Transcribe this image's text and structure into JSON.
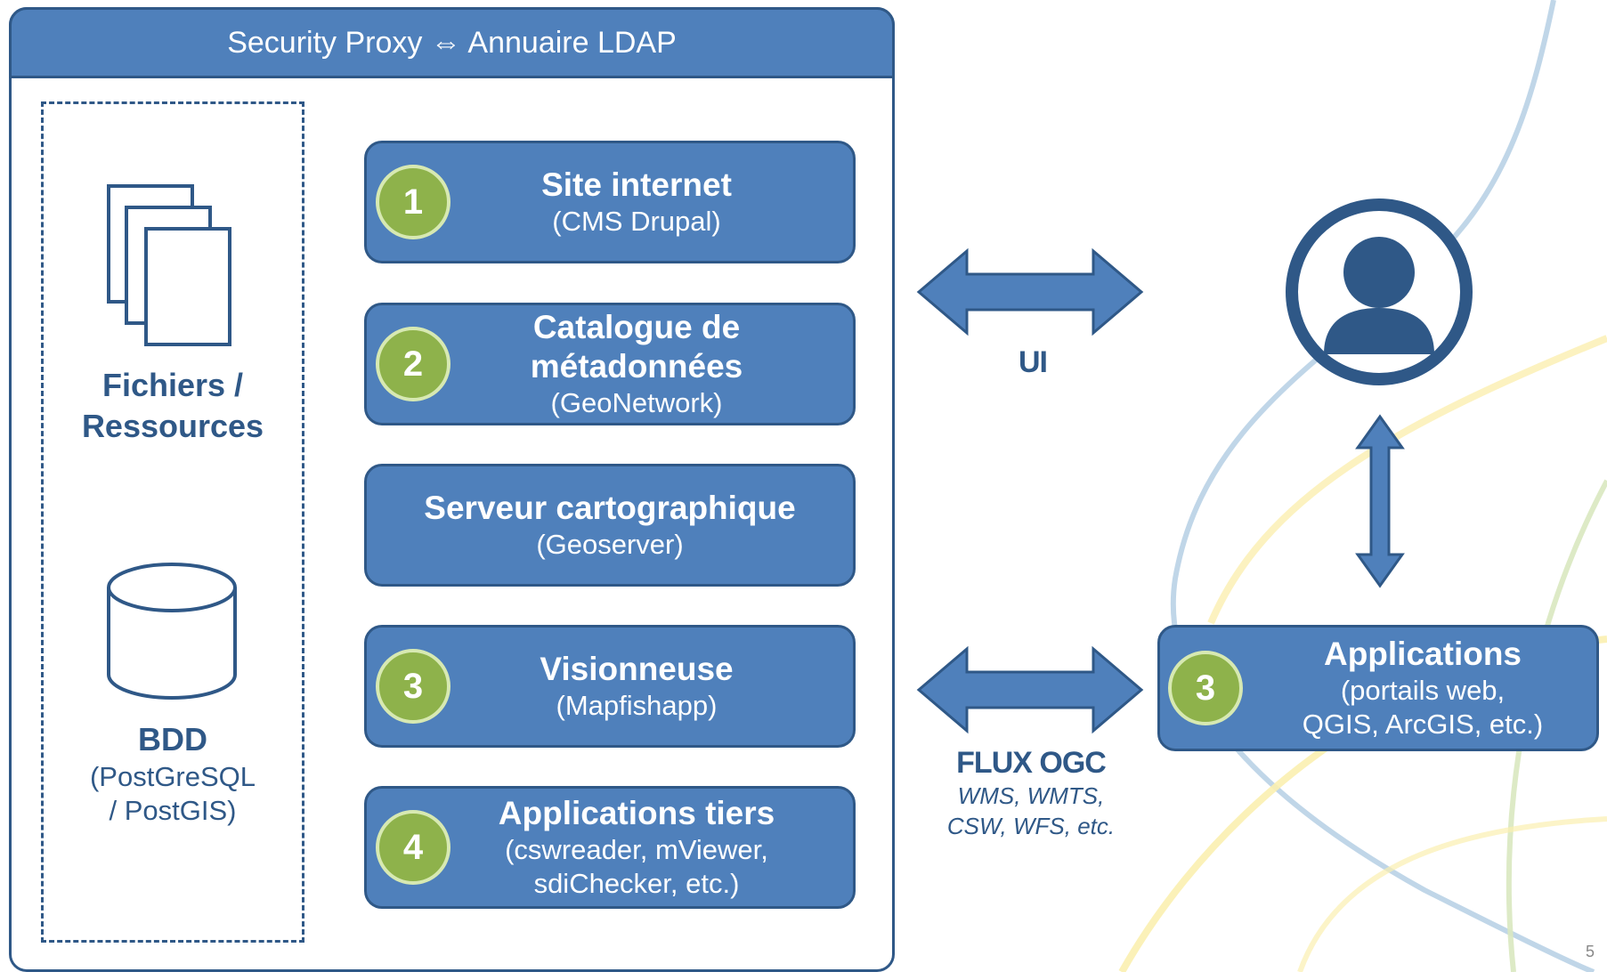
{
  "header": {
    "title": "Security Proxy ⇔ Annuaire LDAP"
  },
  "storage": {
    "files": {
      "title_line1": "Fichiers /",
      "title_line2": "Ressources"
    },
    "db": {
      "title": "BDD",
      "sub_line1": "(PostGreSQL",
      "sub_line2": "/ PostGIS)"
    }
  },
  "services": [
    {
      "badge": "1",
      "title": "Site internet",
      "sub": "(CMS Drupal)"
    },
    {
      "badge": "2",
      "title_line1": "Catalogue de",
      "title_line2": "métadonnées",
      "sub": "(GeoNetwork)"
    },
    {
      "title": "Serveur cartographique",
      "sub": "(Geoserver)"
    },
    {
      "badge": "3",
      "title": "Visionneuse",
      "sub": "(Mapfishapp)"
    },
    {
      "badge": "4",
      "title": "Applications tiers",
      "sub_line1": "(cswreader, mViewer,",
      "sub_line2": "sdiChecker, etc.)"
    }
  ],
  "connectors": {
    "ui_label": "UI",
    "flux_label": "FLUX OGC",
    "flux_protocols_line1": "WMS, WMTS,",
    "flux_protocols_line2": "CSW, WFS, etc."
  },
  "client_apps": {
    "badge": "3",
    "title": "Applications",
    "sub_line1": "(portails web,",
    "sub_line2": "QGIS, ArcGIS, etc.)"
  },
  "user_icon": "user-avatar-icon",
  "page_number": "5",
  "colors": {
    "box_fill": "#4f80bb",
    "box_border": "#2f5887",
    "badge_fill": "#8eb24b",
    "text_dark": "#2f5887"
  }
}
